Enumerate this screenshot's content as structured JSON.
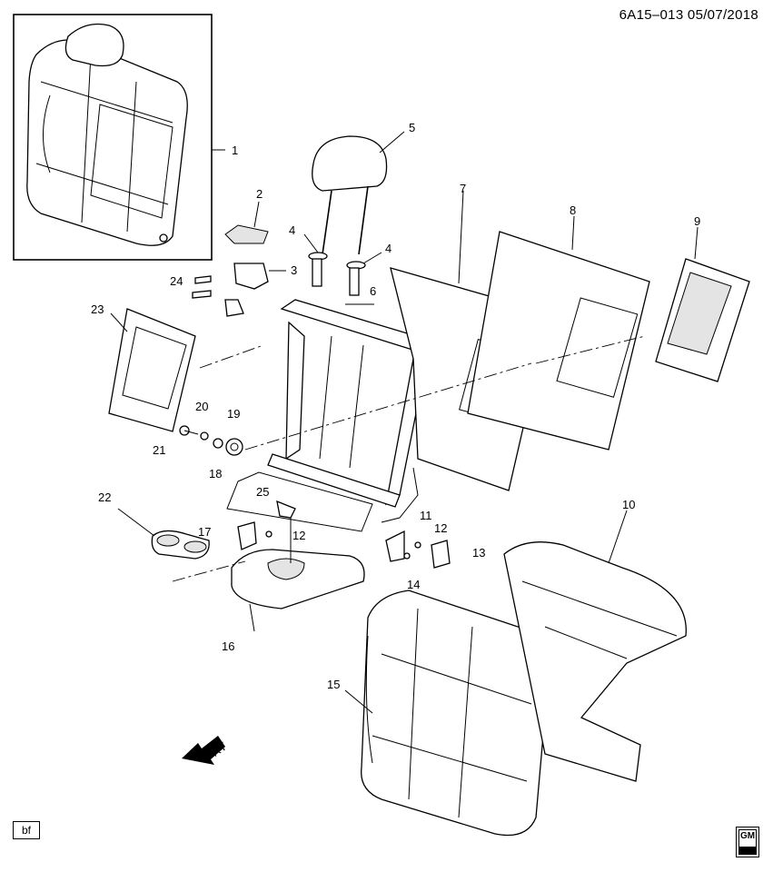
{
  "header": {
    "doc_id": "6A15–013 05/07/2018"
  },
  "footer": {
    "bf_label": "bf",
    "logo_text": "GM"
  },
  "arrow": {
    "label": "FRT"
  },
  "callouts": {
    "c1": "1",
    "c2": "2",
    "c3": "3",
    "c4a": "4",
    "c4b": "4",
    "c5": "5",
    "c6": "6",
    "c7": "7",
    "c8": "8",
    "c9": "9",
    "c10": "10",
    "c11": "11",
    "c12a": "12",
    "c12b": "12",
    "c13": "13",
    "c14": "14",
    "c15": "15",
    "c16": "16",
    "c17": "17",
    "c18": "18",
    "c19": "19",
    "c20": "20",
    "c21": "21",
    "c22": "22",
    "c23": "23",
    "c24": "24",
    "c25": "25"
  }
}
